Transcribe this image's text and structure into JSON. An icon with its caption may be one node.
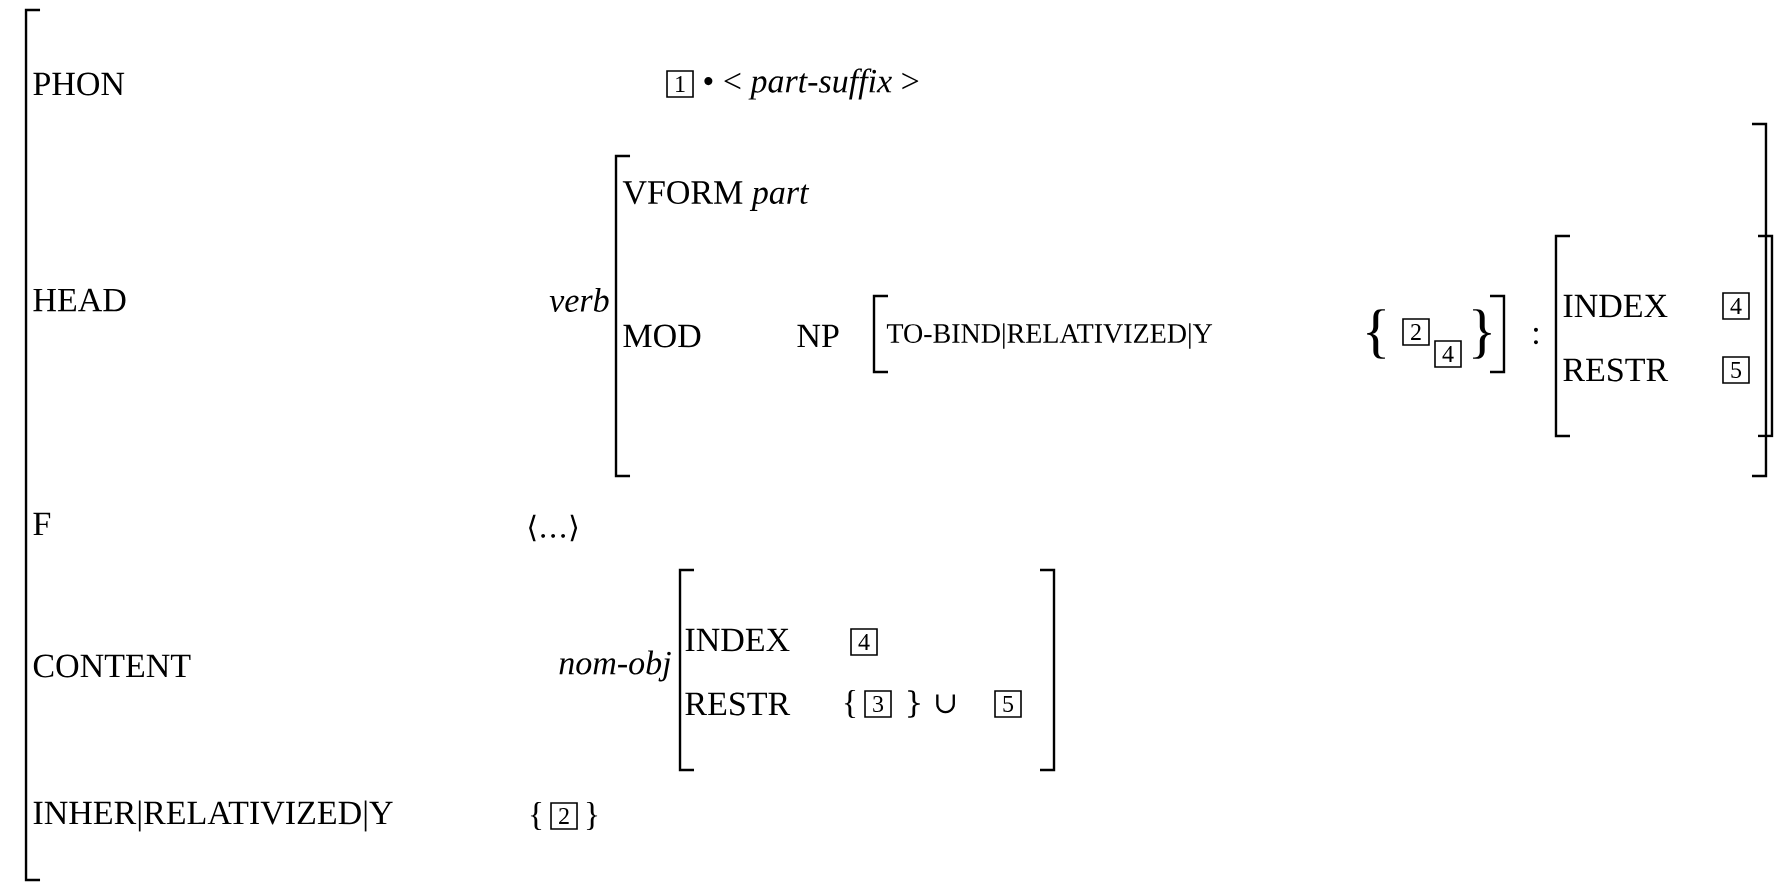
{
  "diagram": {
    "labels": [
      "PHON",
      "1",
      "• < *part-suffix* >",
      "VFORM *part*",
      "HEAD",
      "verb",
      "MOD",
      "NP",
      "TO-BIND|RELATIVIZED|Y",
      "{",
      "2",
      "4",
      "}",
      ":",
      "INDEX",
      "4",
      "RESTR",
      "5",
      "F",
      "⟨…⟩",
      "CONTENT",
      "nom-obj",
      "INDEX",
      "4",
      "RESTR",
      "{",
      "3",
      "} ∪",
      "5",
      "INHER|RELATIVIZED|Y",
      "{",
      "2",
      "}"
    ]
  }
}
